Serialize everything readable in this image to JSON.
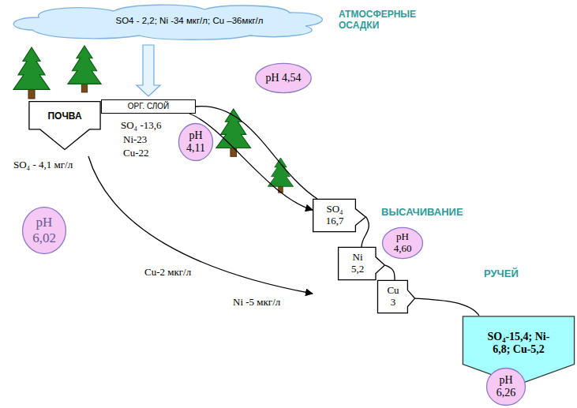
{
  "diagram": {
    "nodes": [
      {
        "text": [
          "SO4 - 2,2; Ni -34 мкг/л; Cu –36мкг/л"
        ]
      },
      {
        "text": [
          "pH 4,54"
        ]
      },
      {
        "text": [
          "ОРГ. СЛОЙ"
        ]
      },
      {
        "text": [
          "ПОЧВА"
        ]
      },
      {
        "text": [
          "pH 4,11"
        ]
      },
      {
        "text": [
          "pH 6,02"
        ]
      },
      {
        "text": [
          "SO₄ 16,7"
        ]
      },
      {
        "text": [
          "pH 4,60"
        ]
      },
      {
        "text": [
          "Ni 5,2"
        ]
      },
      {
        "text": [
          "Cu 3"
        ]
      },
      {
        "text": [
          "SO₄-15,4; Ni-6,8; Cu-5,2"
        ]
      },
      {
        "text": [
          "pH 6,26"
        ]
      }
    ],
    "edges": [
      {
        "from": 0,
        "to": 2,
        "arrow": "to"
      },
      {
        "from": 2,
        "to": 6,
        "arrow": "to"
      },
      {
        "from": 2,
        "to": 6,
        "arrow": "none"
      },
      {
        "from": 6,
        "to": 8,
        "arrow": "none"
      },
      {
        "from": 8,
        "to": 9,
        "arrow": "none"
      },
      {
        "from": 9,
        "to": 10,
        "arrow": "none"
      }
    ],
    "labels": [
      "АТМОСФЕРНЫЕ ОСАДКИ",
      "SO₄ -13,6",
      "Ni-23",
      "Cu-22",
      "SO₄ - 4,1 мг/л",
      "ВЫСАЧИВАНИЕ",
      "Cu-2 мкг/л",
      "Ni -5 мкг/л",
      "РУЧЕЙ"
    ]
  }
}
